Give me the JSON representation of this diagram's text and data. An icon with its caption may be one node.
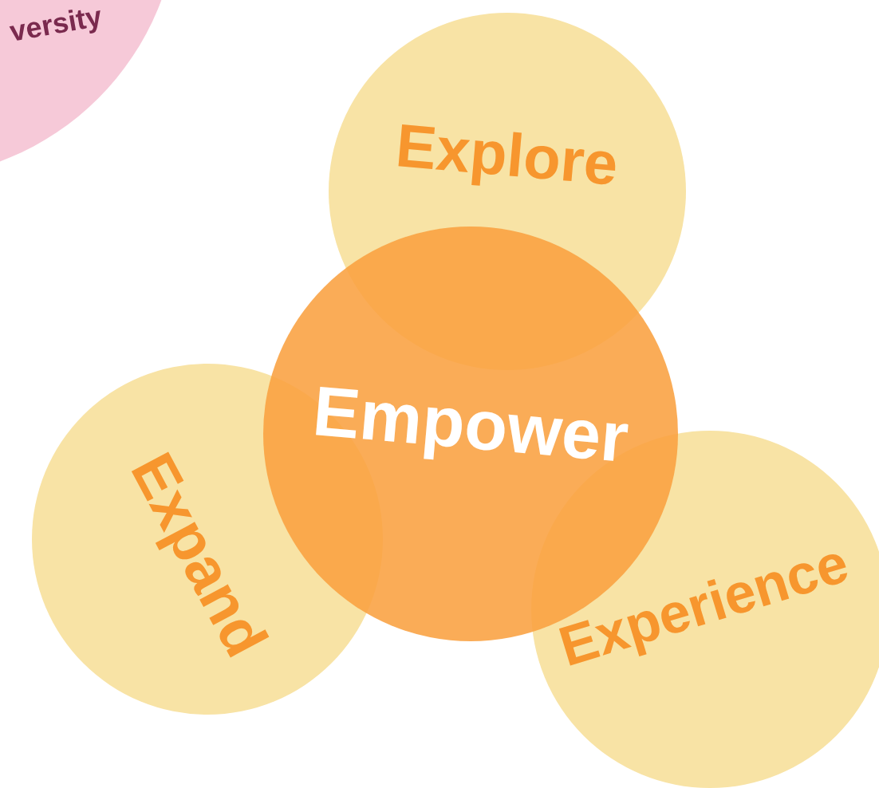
{
  "diagram": {
    "nodes": [
      {
        "text": [
          "versity"
        ]
      },
      {
        "text": [
          "Explore"
        ]
      },
      {
        "text": [
          "Expand"
        ]
      },
      {
        "text": [
          "Experience"
        ]
      },
      {
        "text": [
          "Empower"
        ]
      }
    ]
  }
}
